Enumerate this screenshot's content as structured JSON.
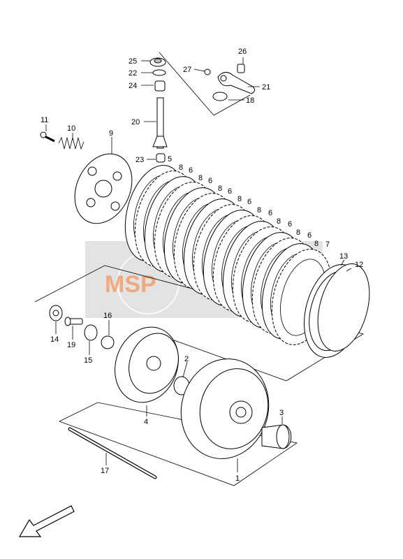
{
  "watermark": {
    "text": "MSP",
    "color": "#f0a070",
    "band_color": "#d8d8d8"
  },
  "callouts": [
    {
      "id": "c1",
      "text": "1"
    },
    {
      "id": "c2",
      "text": "2"
    },
    {
      "id": "c3",
      "text": "3"
    },
    {
      "id": "c4",
      "text": "4"
    },
    {
      "id": "c5",
      "text": "5"
    },
    {
      "id": "c6a",
      "text": "6"
    },
    {
      "id": "c6b",
      "text": "6"
    },
    {
      "id": "c6c",
      "text": "6"
    },
    {
      "id": "c6d",
      "text": "6"
    },
    {
      "id": "c6e",
      "text": "6"
    },
    {
      "id": "c6f",
      "text": "6"
    },
    {
      "id": "c6g",
      "text": "6"
    },
    {
      "id": "c7",
      "text": "7"
    },
    {
      "id": "c8a",
      "text": "8"
    },
    {
      "id": "c8b",
      "text": "8"
    },
    {
      "id": "c8c",
      "text": "8"
    },
    {
      "id": "c8d",
      "text": "8"
    },
    {
      "id": "c8e",
      "text": "8"
    },
    {
      "id": "c8f",
      "text": "8"
    },
    {
      "id": "c8g",
      "text": "8"
    },
    {
      "id": "c8h",
      "text": "8"
    },
    {
      "id": "c9",
      "text": "9"
    },
    {
      "id": "c10",
      "text": "10"
    },
    {
      "id": "c11",
      "text": "11"
    },
    {
      "id": "c12",
      "text": "12"
    },
    {
      "id": "c13",
      "text": "13"
    },
    {
      "id": "c14",
      "text": "14"
    },
    {
      "id": "c15",
      "text": "15"
    },
    {
      "id": "c16",
      "text": "16"
    },
    {
      "id": "c17",
      "text": "17"
    },
    {
      "id": "c18",
      "text": "18"
    },
    {
      "id": "c19",
      "text": "19"
    },
    {
      "id": "c20",
      "text": "20"
    },
    {
      "id": "c21",
      "text": "21"
    },
    {
      "id": "c22",
      "text": "22"
    },
    {
      "id": "c23",
      "text": "23"
    },
    {
      "id": "c24",
      "text": "24"
    },
    {
      "id": "c25",
      "text": "25"
    },
    {
      "id": "c26",
      "text": "26"
    },
    {
      "id": "c27",
      "text": "27"
    }
  ]
}
